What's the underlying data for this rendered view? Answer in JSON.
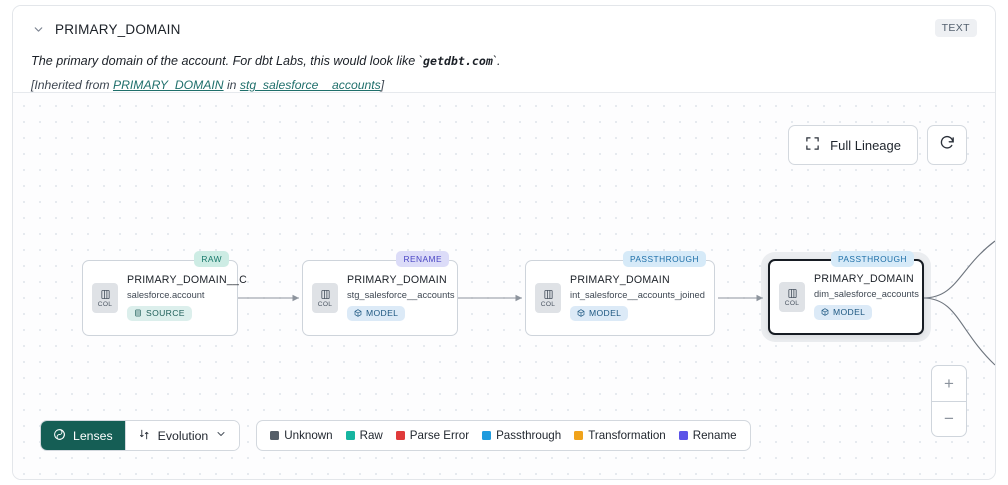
{
  "header": {
    "chevron_icon": "chevron-down-icon",
    "title": "PRIMARY_DOMAIN",
    "type_badge": "TEXT",
    "description_pre": "The primary domain of the account. For dbt Labs, this would look like `",
    "description_code": "getdbt.com",
    "description_post": "`.",
    "inherited_prefix": "[Inherited from ",
    "inherited_column": "PRIMARY_DOMAIN",
    "inherited_mid": " in ",
    "inherited_model": "stg_salesforce__accounts",
    "inherited_suffix": "]"
  },
  "canvas": {
    "full_lineage_label": "Full Lineage",
    "full_lineage_icon": "expand-corners-icon",
    "refresh_icon": "refresh-icon",
    "zoom_in_label": "+",
    "zoom_out_label": "−"
  },
  "graph": {
    "nodes": [
      {
        "tag": "RAW",
        "tag_bg": "#cdece4",
        "tag_color": "#17786a",
        "col_label": "COL",
        "name": "PRIMARY_DOMAIN__C",
        "subtitle": "salesforce.account",
        "kind": "SOURCE",
        "kind_class": "kind-source",
        "kind_icon": "database-icon",
        "selected": false
      },
      {
        "tag": "RENAME",
        "tag_bg": "#dcdcf8",
        "tag_color": "#4a46c4",
        "col_label": "COL",
        "name": "PRIMARY_DOMAIN",
        "subtitle": "stg_salesforce__accounts",
        "kind": "MODEL",
        "kind_class": "kind-model",
        "kind_icon": "cube-icon",
        "selected": false
      },
      {
        "tag": "PASSTHROUGH",
        "tag_bg": "#d6eaf8",
        "tag_color": "#1d6fa8",
        "col_label": "COL",
        "name": "PRIMARY_DOMAIN",
        "subtitle": "int_salesforce__accounts_joined",
        "kind": "MODEL",
        "kind_class": "kind-model",
        "kind_icon": "cube-icon",
        "selected": false
      },
      {
        "tag": "PASSTHROUGH",
        "tag_bg": "#d6eaf8",
        "tag_color": "#1d6fa8",
        "col_label": "COL",
        "name": "PRIMARY_DOMAIN",
        "subtitle": "dim_salesforce_accounts",
        "kind": "MODEL",
        "kind_class": "kind-model",
        "kind_icon": "cube-icon",
        "selected": true
      }
    ]
  },
  "toolbar": {
    "lenses_label": "Lenses",
    "lenses_icon": "lens-icon",
    "evolution_label": "Evolution",
    "evolution_icon": "updown-arrows-icon",
    "evolution_chevron": "chevron-down-icon",
    "legend": [
      {
        "label": "Unknown",
        "color": "#555e68"
      },
      {
        "label": "Raw",
        "color": "#16b5a0"
      },
      {
        "label": "Parse Error",
        "color": "#e03a3a"
      },
      {
        "label": "Passthrough",
        "color": "#1f9bde"
      },
      {
        "label": "Transformation",
        "color": "#f0a31b"
      },
      {
        "label": "Rename",
        "color": "#5b53e8"
      }
    ]
  }
}
